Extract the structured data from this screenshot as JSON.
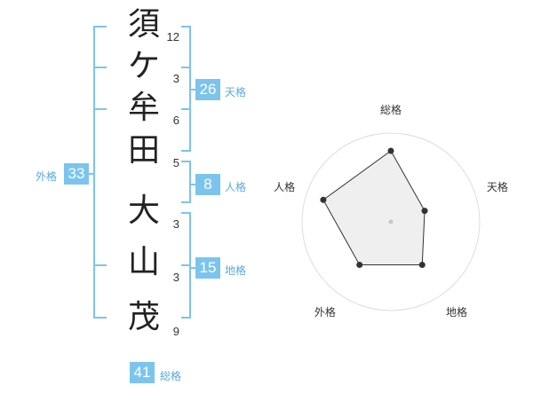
{
  "name": {
    "characters": [
      "須",
      "ケ",
      "牟",
      "田",
      "大",
      "山",
      "茂"
    ],
    "strokes": [
      "12",
      "3",
      "6",
      "5",
      "3",
      "3",
      "9"
    ]
  },
  "kakusu": {
    "tenkaku": {
      "value": "26",
      "label": "天格"
    },
    "jinkaku": {
      "value": "8",
      "label": "人格"
    },
    "chikaku": {
      "value": "15",
      "label": "地格"
    },
    "gaikaku": {
      "value": "33",
      "label": "外格"
    },
    "soukaku": {
      "value": "41",
      "label": "総格"
    }
  },
  "radar": {
    "axes": [
      "総格",
      "天格",
      "地格",
      "外格",
      "人格"
    ],
    "values": [
      4,
      2,
      3,
      3,
      4
    ],
    "max": 5,
    "colors": {
      "fill": "#efefef",
      "line": "#333333",
      "grid": "#dddddd"
    }
  },
  "colors": {
    "bracket": "#7cc4ee",
    "badge": "#7cc4ee",
    "badge_label": "#5aa9dd"
  }
}
